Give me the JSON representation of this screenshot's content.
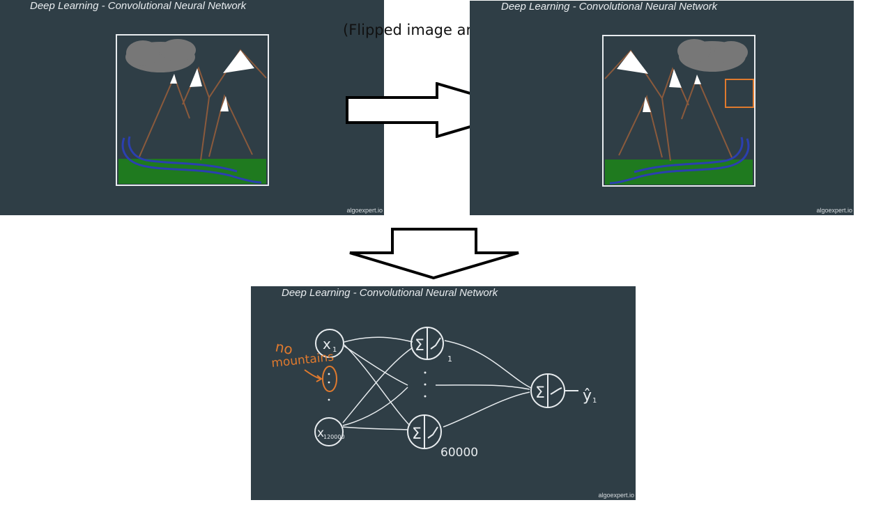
{
  "panels": {
    "original": {
      "title": "Deep Learning - Convolutional Neural Network",
      "brand": "algoexpert.io"
    },
    "flipped": {
      "title": "Deep Learning - Convolutional Neural Network",
      "brand": "algoexpert.io"
    },
    "network": {
      "title": "Deep Learning - Convolutional Neural Network",
      "brand": "algoexpert.io"
    }
  },
  "caption": "(Flipped image around)",
  "network": {
    "annotation_line1": "no",
    "annotation_line2": "mountains",
    "input_first": "x",
    "input_first_sub": "1",
    "input_last": "x",
    "input_last_sub": "120000",
    "hidden_first_index": "1",
    "hidden_count": "60000",
    "sigma": "Σ",
    "output": "ŷ",
    "output_sub": "1"
  },
  "colors": {
    "panel_bg": "#2f3e46",
    "chalk": "#e8ecef",
    "mountain": "#8b5a3c",
    "grass": "#1f7a1f",
    "river": "#2b3fb0",
    "cloud": "#777777",
    "highlight": "#e07a2e"
  }
}
